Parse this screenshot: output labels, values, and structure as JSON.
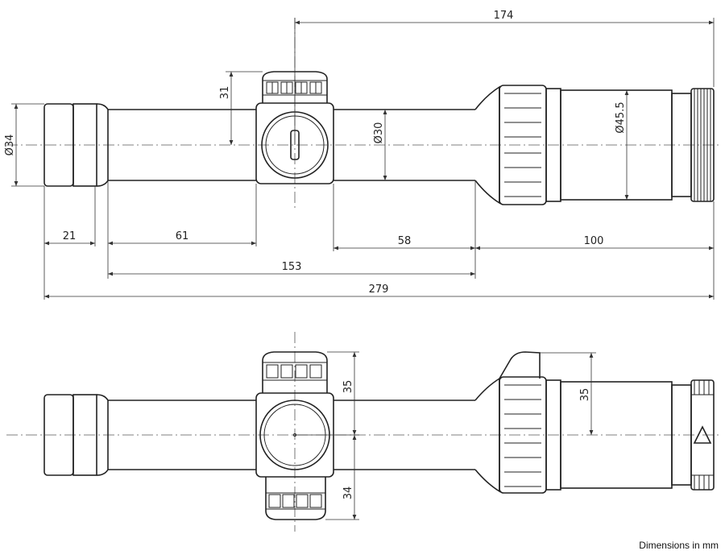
{
  "dimensions": {
    "d174": "174",
    "d31": "31",
    "d34_dia": "Ø34",
    "d30_dia": "Ø30",
    "d45_dia": "Ø45.5",
    "d21": "21",
    "d61": "61",
    "d58": "58",
    "d100": "100",
    "d153": "153",
    "d279": "279",
    "d35_top": "35",
    "d35_right": "35",
    "d34_bottom": "34"
  },
  "caption": "Dimensions in mm"
}
